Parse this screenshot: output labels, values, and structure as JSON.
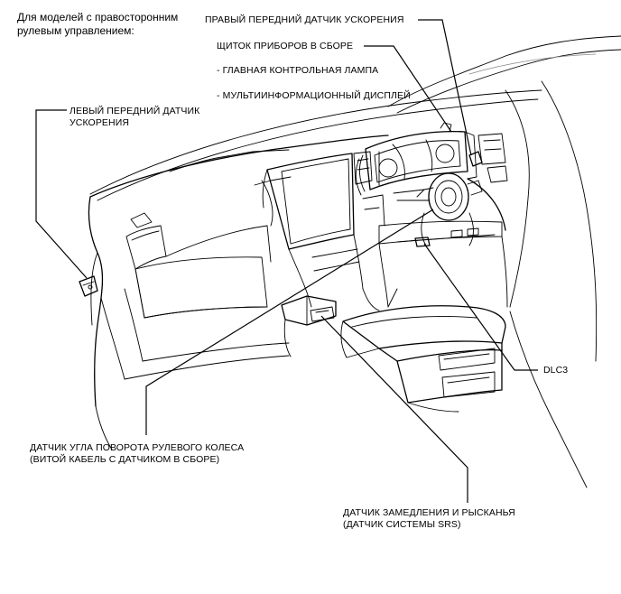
{
  "header": {
    "line1": "Для моделей с правосторонним",
    "line2": "рулевым управлением:"
  },
  "labels": {
    "right_front_accel_sensor": "ПРАВЫЙ ПЕРЕДНИЙ ДАТЧИК УСКОРЕНИЯ",
    "combination_meter": "ЩИТОК ПРИБОРОВ В СБОРЕ",
    "master_warning_light": "- ГЛАВНАЯ КОНТРОЛЬНАЯ ЛАМПА",
    "multi_info_display": "- МУЛЬТИИНФОРМАЦИОННЫЙ ДИСПЛЕЙ",
    "left_front_accel_sensor_1": "ЛЕВЫЙ ПЕРЕДНИЙ ДАТЧИК",
    "left_front_accel_sensor_2": "УСКОРЕНИЯ",
    "dlc3": "DLC3",
    "steering_angle_sensor_1": "ДАТЧИК УГЛА ПОВОРОТА РУЛЕВОГО КОЛЕСА",
    "steering_angle_sensor_2": "(ВИТОЙ КАБЕЛЬ С ДАТЧИКОМ В СБОРЕ)",
    "yaw_rate_sensor_1": "ДАТЧИК ЗАМЕДЛЕНИЯ И РЫСКАНЬЯ",
    "yaw_rate_sensor_2": "(ДАТЧИК СИСТЕМЫ SRS)"
  }
}
